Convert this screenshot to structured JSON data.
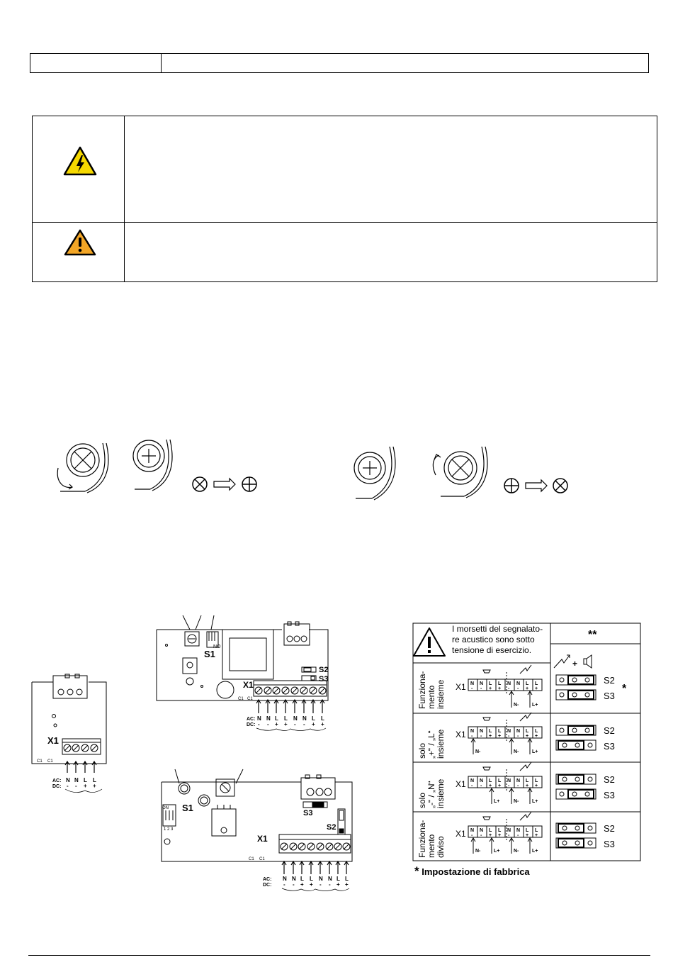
{
  "warning_note": {
    "text": "I morsetti del segnalato-re acustico sono sotto tensione di esercizio.",
    "line1": "I morsetti del segnalato-",
    "line2": "re acustico sono sotto",
    "line3": "tensione di esercizio.",
    "header_right": "**"
  },
  "board_labels": {
    "s1": "S1",
    "s2": "S2",
    "s3": "S3",
    "x1": "X1",
    "c1": "C1",
    "no": "NO",
    "on": "ON",
    "ac": "AC:",
    "dc": "DC:",
    "dip_numbers": "1 2 3",
    "terminal_letters_small": [
      "N",
      "N",
      "L",
      "L"
    ],
    "terminal_polarity_small": [
      "-",
      "-",
      "+",
      "+"
    ],
    "terminal_letters_large": [
      "N",
      "N",
      "L",
      "L",
      "N",
      "N",
      "L",
      "L"
    ],
    "terminal_polarity_large": [
      "-",
      "-",
      "+",
      "+",
      "-",
      "-",
      "+",
      "+"
    ]
  },
  "modes": [
    {
      "label_lines": [
        "Funziona-",
        "mento",
        "insieme"
      ],
      "s2": "S2",
      "s3": "S3",
      "star": "*"
    },
    {
      "label_lines": [
        "solo",
        "„+“ / „L“",
        "insieme"
      ],
      "s2": "S2",
      "s3": "S3"
    },
    {
      "label_lines": [
        "solo",
        "„-“ / „N“",
        "insieme"
      ],
      "s2": "S2",
      "s3": "S3"
    },
    {
      "label_lines": [
        "Funziona-",
        "mento",
        "diviso"
      ],
      "s2": "S2",
      "s3": "S3"
    }
  ],
  "terminal_header": {
    "letters": [
      "N",
      "N",
      "L",
      "L",
      "N",
      "N",
      "L",
      "L"
    ],
    "polarity": [
      "-",
      "-",
      "+",
      "+",
      "-",
      "-",
      "+",
      "+"
    ],
    "x1": "X1"
  },
  "mode_wires": {
    "n_minus": "N-",
    "l_plus": "L+"
  },
  "footnote": {
    "star": "*",
    "text": "Impostazione di fabbrica"
  },
  "plus_sign": "+",
  "colors": {
    "hazard_yellow": "#f5d800",
    "warning_orange": "#f3a626",
    "line": "#000000"
  }
}
